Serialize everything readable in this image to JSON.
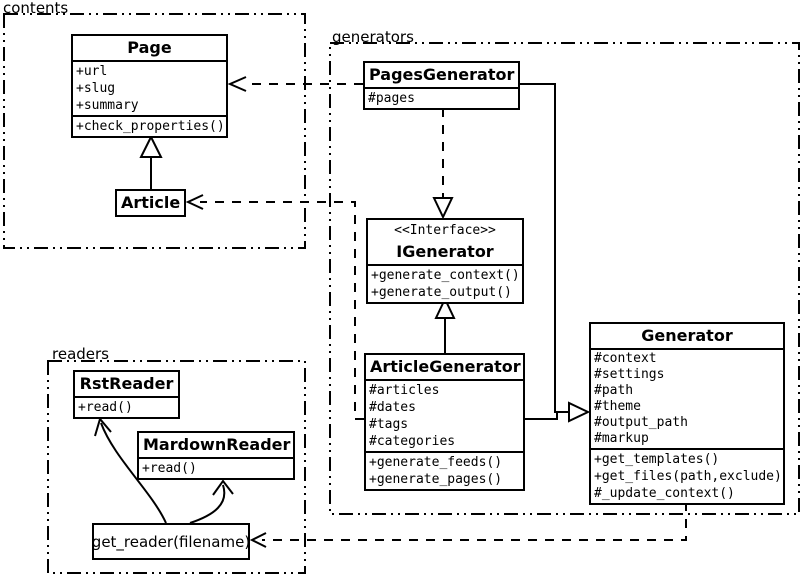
{
  "colors": {
    "line": "#000000",
    "background": "#ffffff",
    "box_fill": "#ffffff"
  },
  "packages": {
    "contents": {
      "label": "contents"
    },
    "generators": {
      "label": "generators"
    },
    "readers": {
      "label": "readers"
    }
  },
  "classes": {
    "page": {
      "title": "Page",
      "attributes": [
        "+url",
        "+slug",
        "+summary"
      ],
      "methods": [
        "+check_properties()"
      ]
    },
    "article": {
      "title": "Article"
    },
    "pages_generator": {
      "title": "PagesGenerator",
      "attributes": [
        "#pages"
      ]
    },
    "igenerator": {
      "stereotype": "<<Interface>>",
      "title": "IGenerator",
      "methods": [
        "+generate_context()",
        "+generate_output()"
      ]
    },
    "article_generator": {
      "title": "ArticleGenerator",
      "attributes": [
        "#articles",
        "#dates",
        "#tags",
        "#categories"
      ],
      "methods": [
        "+generate_feeds()",
        "+generate_pages()"
      ]
    },
    "generator": {
      "title": "Generator",
      "attributes": [
        "#context",
        "#settings",
        "#path",
        "#theme",
        "#output_path",
        "#markup"
      ],
      "methods": [
        "+get_templates()",
        "+get_files(path,exclude)",
        "#_update_context()"
      ]
    },
    "rst_reader": {
      "title": "RstReader",
      "methods": [
        "+read()"
      ]
    },
    "markdown_reader": {
      "title": "MardownReader",
      "methods": [
        "+read()"
      ]
    },
    "get_reader": {
      "label": "get_reader(filename)"
    }
  },
  "relationships": [
    {
      "type": "generalization",
      "from": "Article",
      "to": "Page"
    },
    {
      "type": "dependency",
      "from": "PagesGenerator",
      "to": "Page"
    },
    {
      "type": "dependency",
      "from": "ArticleGenerator",
      "to": "Article"
    },
    {
      "type": "realization",
      "from": "PagesGenerator",
      "to": "IGenerator"
    },
    {
      "type": "generalization",
      "from": "ArticleGenerator",
      "to": "IGenerator"
    },
    {
      "type": "generalization",
      "from": "PagesGenerator",
      "to": "Generator"
    },
    {
      "type": "generalization",
      "from": "ArticleGenerator",
      "to": "Generator"
    },
    {
      "type": "dependency",
      "from": "Generator",
      "to": "get_reader(filename)"
    },
    {
      "type": "arrow",
      "from": "get_reader(filename)",
      "to": "RstReader"
    },
    {
      "type": "arrow",
      "from": "get_reader(filename)",
      "to": "MardownReader"
    }
  ]
}
